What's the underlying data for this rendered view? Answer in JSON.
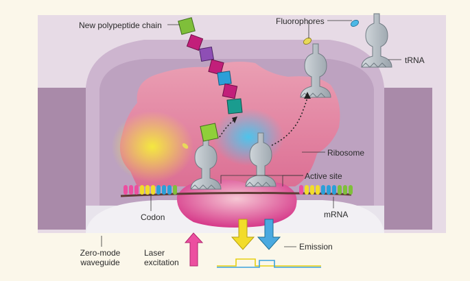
{
  "labels": {
    "polypeptide": "New polypeptide chain",
    "fluorophores": "Fluorophores",
    "trna": "tRNA",
    "ribosome": "Ribosome",
    "active_site": "Active site",
    "codon": "Codon",
    "mrna": "mRNA",
    "waveguide_line1": "Zero-mode",
    "waveguide_line2": "waveguide",
    "laser_line1": "Laser",
    "laser_line2": "excitation",
    "emission": "Emission"
  },
  "colors": {
    "background": "#fbf7ea",
    "waveguide_wall": "#d9c6dc",
    "ribosome": "#e2869e",
    "ribosome_core": "#d9468e",
    "trna": "#b8c0c6",
    "laser_arrow": "#ec4fa0",
    "emission_yellow": "#f2dc2a",
    "emission_blue": "#4aa9e0"
  },
  "icons": [
    "trna-molecule-icon",
    "fluorophore-icon",
    "amino-acid-icon",
    "arrow-icon"
  ]
}
